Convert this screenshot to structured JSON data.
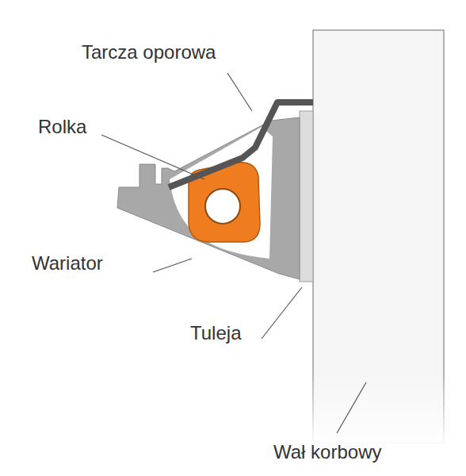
{
  "diagram": {
    "labels": [
      "Tarcza oporowa",
      "Rolka",
      "Wariator",
      "Tuleja",
      "Wał korbowy"
    ]
  }
}
